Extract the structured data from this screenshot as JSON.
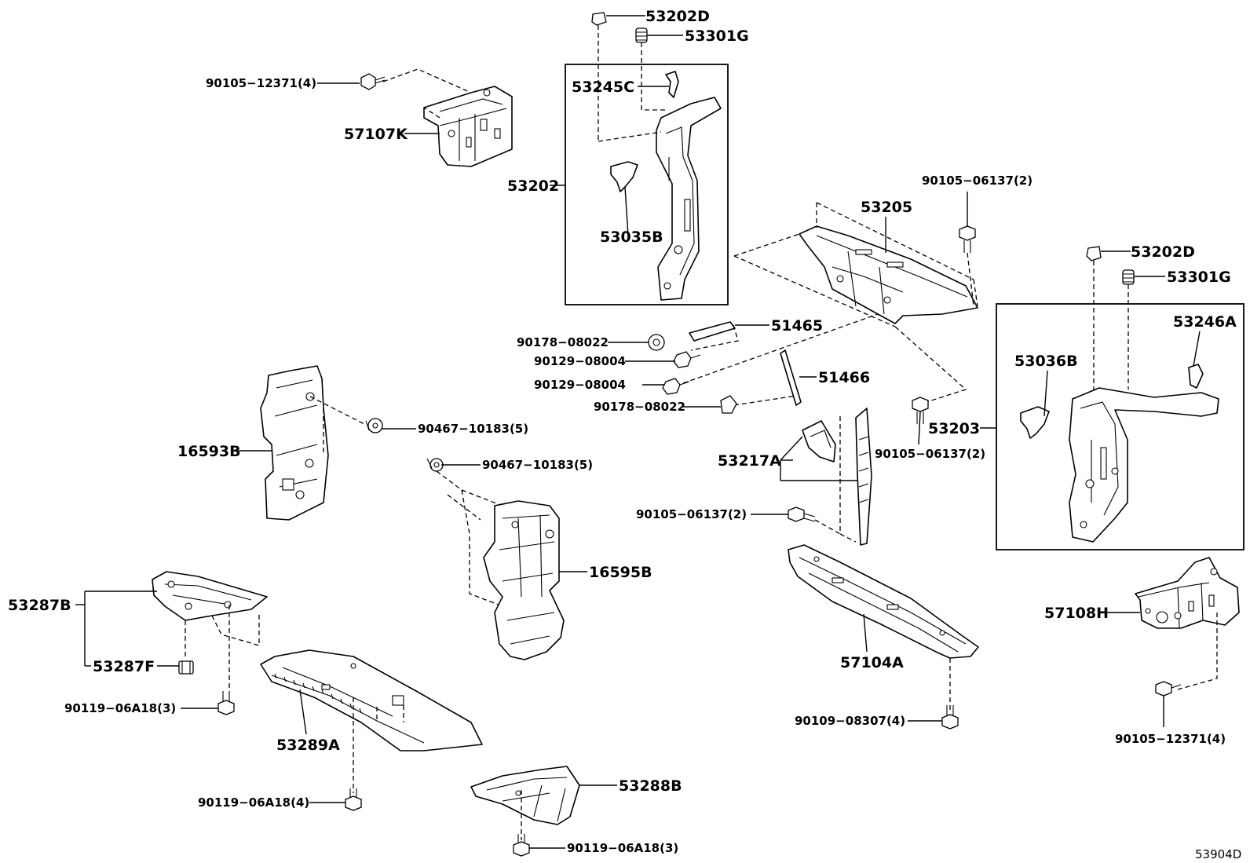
{
  "diagram_code": "53904D",
  "parts": {
    "p53202D_top": "53202D",
    "p53301G_top": "53301G",
    "p53245C": "53245C",
    "p53202": "53202",
    "p53035B": "53035B",
    "p90105_12371_a": "90105−12371(4)",
    "p57107K": "57107K",
    "p53205": "53205",
    "p90105_06137_a": "90105−06137(2)",
    "p53202D_right": "53202D",
    "p53301G_right": "53301G",
    "p53246A": "53246A",
    "p53036B": "53036B",
    "p53203": "53203",
    "p51465": "51465",
    "p90178_08022_a": "90178−08022",
    "p90129_08004_a": "90129−08004",
    "p90129_08004_b": "90129−08004",
    "p51466": "51466",
    "p90178_08022_b": "90178−08022",
    "p90467_10183_a": "90467−10183(5)",
    "p16593B": "16593B",
    "p90467_10183_b": "90467−10183(5)",
    "p90105_06137_b": "90105−06137(2)",
    "p53217A": "53217A",
    "p90105_06137_c": "90105−06137(2)",
    "p16595B": "16595B",
    "p53287B": "53287B",
    "p53287F": "53287F",
    "p90119_06A18_a": "90119−06A18(3)",
    "p57108H": "57108H",
    "p57104A": "57104A",
    "p53289A": "53289A",
    "p90109_08307": "90109−08307(4)",
    "p90105_12371_b": "90105−12371(4)",
    "p53288B": "53288B",
    "p90119_06A18_b": "90119−06A18(4)",
    "p90119_06A18_c": "90119−06A18(3)"
  }
}
